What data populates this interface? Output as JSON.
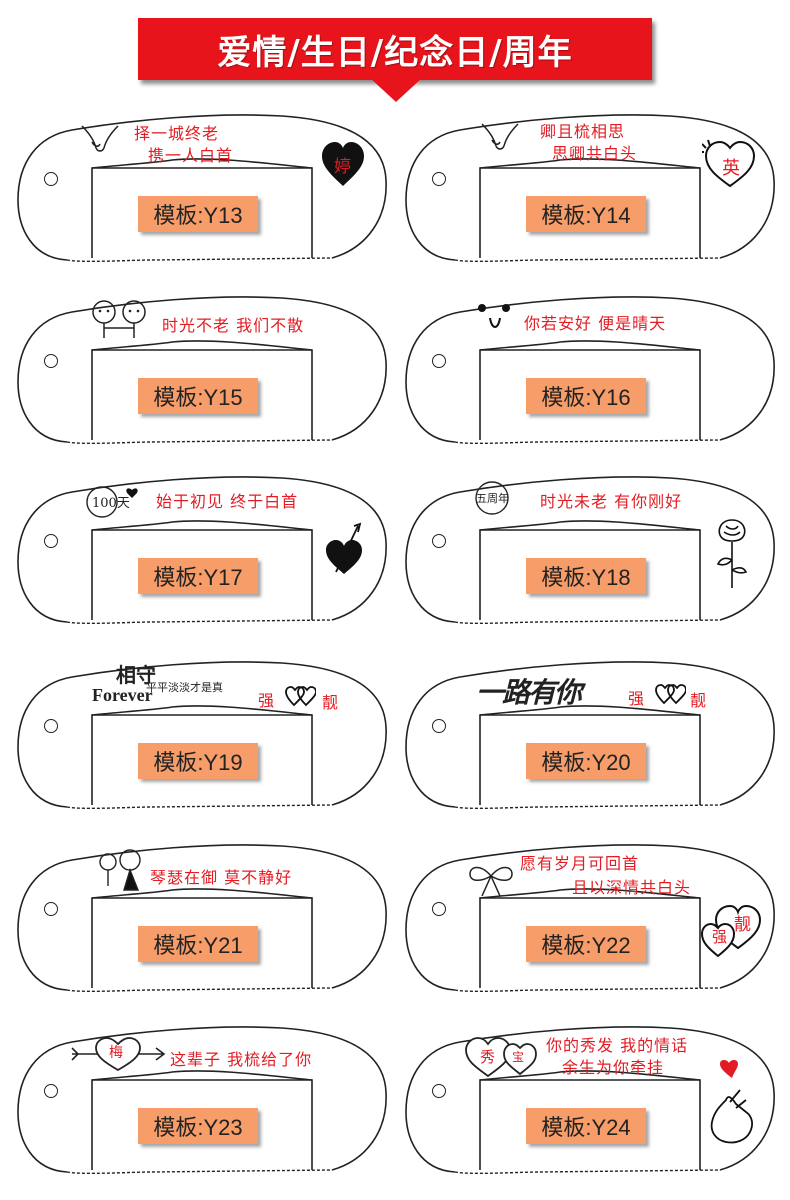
{
  "header": {
    "title": "爱情/生日/纪念日/周年"
  },
  "cards": [
    {
      "template": "模板:Y13",
      "lines": [
        "择一城终老",
        "携一人白首"
      ],
      "deco": "婷"
    },
    {
      "template": "模板:Y14",
      "lines": [
        "卿且梳相思",
        "思卿共白头"
      ],
      "deco": "英"
    },
    {
      "template": "模板:Y15",
      "lines": [
        "时光不老 我们不散"
      ]
    },
    {
      "template": "模板:Y16",
      "lines": [
        "你若安好 便是晴天"
      ]
    },
    {
      "template": "模板:Y17",
      "lines": [
        "始于初见 终于白首"
      ],
      "deco": "100天"
    },
    {
      "template": "模板:Y18",
      "lines": [
        "时光未老 有你刚好"
      ],
      "deco": "五周年"
    },
    {
      "template": "模板:Y19",
      "lines": [
        "强",
        "靓"
      ],
      "deco": "相守",
      "deco2": "平平淡淡才是真",
      "deco3": "Forever"
    },
    {
      "template": "模板:Y20",
      "lines": [
        "强",
        "靓"
      ],
      "deco": "一路有你"
    },
    {
      "template": "模板:Y21",
      "lines": [
        "琴瑟在御 莫不静好"
      ]
    },
    {
      "template": "模板:Y22",
      "lines": [
        "愿有岁月可回首",
        "且以深情共白头"
      ],
      "deco": "强",
      "deco2": "靓"
    },
    {
      "template": "模板:Y23",
      "lines": [
        "这辈子 我梳给了你"
      ],
      "deco": "梅"
    },
    {
      "template": "模板:Y24",
      "lines": [
        "你的秀发 我的情话",
        "余生为你牵挂"
      ],
      "deco": "秀",
      "deco2": "宝"
    }
  ]
}
